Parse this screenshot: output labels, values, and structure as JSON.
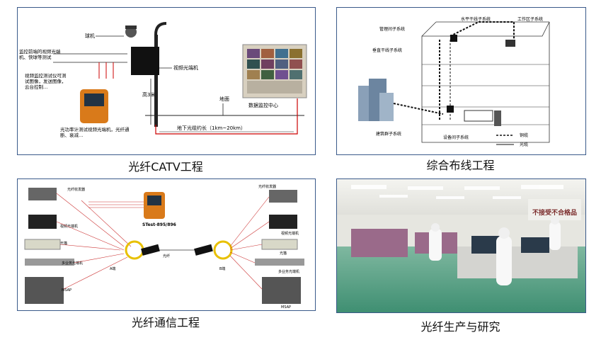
{
  "panels": {
    "catv": {
      "caption": "光纤CATV工程",
      "labels": {
        "dome_camera": "球机",
        "test_monitor": "监控前端的视频光端机、快球等测试",
        "tester_desc": "视频监控测试仪可测试图像，发送图像，云台控制…",
        "video_transceiver": "视频光端机",
        "height": "高3米",
        "ground": "地面",
        "monitor_center": "数据监控中心",
        "power_meter": "光功率计测试视频光端机，光纤通断、衰减…",
        "cable_length": "地下光缆约长（1km~20km）"
      }
    },
    "cabling": {
      "caption": "综合布线工程",
      "labels": {
        "horizontal": "水平干线子系统",
        "work_area": "工作区子系统",
        "management": "管理间子系统",
        "vertical": "垂直干线子系统",
        "building": "建筑群子系统",
        "equipment": "设备间子系统",
        "copper": "铜缆",
        "fiber": "光缆"
      }
    },
    "comms": {
      "caption": "光纤通信工程",
      "labels": {
        "fiber_amp_l": "光纤收发器",
        "video_l": "视频光端机",
        "ups_l": "光猫",
        "multi_l": "多业务光端机",
        "msap_l": "MSAP",
        "device": "STest-895/896",
        "site_a": "A端",
        "fiber": "光纤",
        "site_b": "B端",
        "fiber_amp_r": "光纤收发器",
        "video_r": "视频光端机",
        "ups_r": "光猫",
        "multi_r": "多业务光端机",
        "msap_r": "MSAP"
      }
    },
    "factory": {
      "caption": "光纤生产与研究",
      "labels": {
        "banner": "不接受不合格品"
      }
    }
  }
}
